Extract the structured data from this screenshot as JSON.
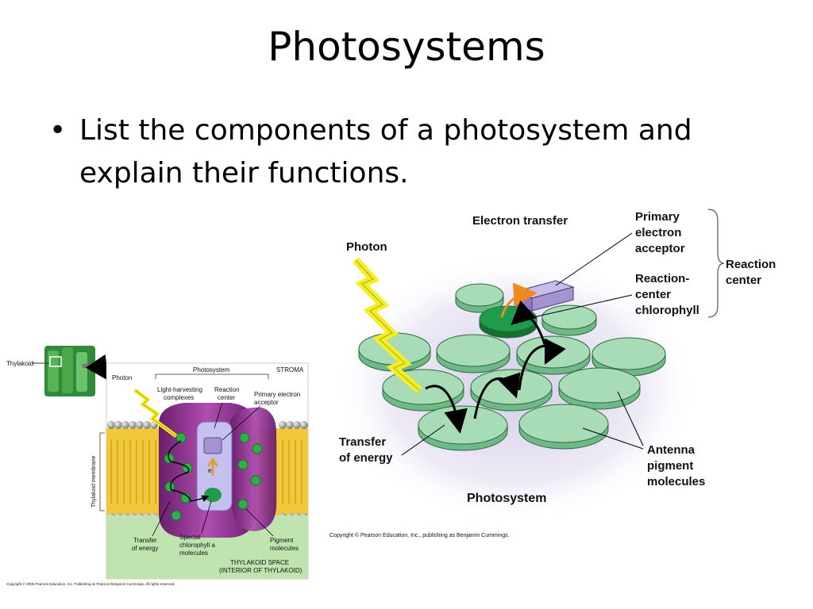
{
  "slide": {
    "title": "Photosystems",
    "bullet": "List the components of a photosystem and explain their functions."
  },
  "left_figure": {
    "thylakoid_label": "Thylakoid",
    "photon_label": "Photon",
    "photosystem_label": "Photosystem",
    "stroma_label": "STROMA",
    "light_harvesting_label": [
      "Light-harvesting",
      "complexes"
    ],
    "reaction_center_label": [
      "Reaction",
      "center"
    ],
    "primary_acceptor_label": [
      "Primary electron",
      "acceptor"
    ],
    "membrane_label": "Thylakoid membrane",
    "electron_symbol": "e",
    "transfer_label": [
      "Transfer",
      "of energy"
    ],
    "special_chl_label": [
      "Special",
      "chlorophyll a",
      "molecules"
    ],
    "pigment_label": [
      "Pigment",
      "molecules"
    ],
    "space_label": [
      "THYLAKOID SPACE",
      "(INTERIOR OF THYLAKOID)"
    ],
    "copyright": "Copyright © 2005 Pearson Education, Inc. Publishing as Pearson Benjamin Cummings. All rights reserved."
  },
  "right_figure": {
    "electron_transfer_label": "Electron transfer",
    "photon_label": "Photon",
    "primary_acceptor_label": [
      "Primary",
      "electron",
      "acceptor"
    ],
    "reaction_center_chl_label": [
      "Reaction-",
      "center",
      "chlorophyll"
    ],
    "reaction_center_label": [
      "Reaction",
      "center"
    ],
    "transfer_label": [
      "Transfer",
      "of energy"
    ],
    "antenna_label": [
      "Antenna",
      "pigment",
      "molecules"
    ],
    "caption": "Photosystem",
    "copyright": "Copyright © Pearson Education, Inc., publishing as Benjamin Cummings."
  },
  "colors": {
    "disc_fill": "#a8dcb6",
    "disc_side": "#6fb887",
    "reaction_chl": "#1e9c4a",
    "acceptor": "#a493cf",
    "photon": "#f2ee2a",
    "halo": "#ddd6ee",
    "membrane_yellow": "#f0c83a",
    "protein_purple": "#8a2f8a",
    "space_green": "#bfe4b0"
  }
}
